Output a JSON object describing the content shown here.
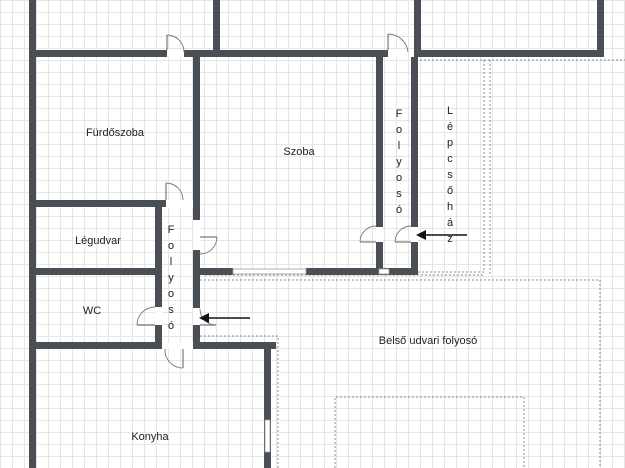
{
  "rooms": {
    "furdoszoba": "Fürdőszoba",
    "szoba": "Szoba",
    "folyoso_right": "Folyosó",
    "lepcsohaz": "Lépcsőház",
    "legudvar": "Légudvar",
    "folyoso_left": "Folyosó",
    "wc": "WC",
    "belso_udvari_folyoso": "Belső udvari folyosó",
    "konyha": "Konyha"
  },
  "colors": {
    "wall": "#4a4f55",
    "grid": "#e6e6e6",
    "arrow": "#111111"
  }
}
